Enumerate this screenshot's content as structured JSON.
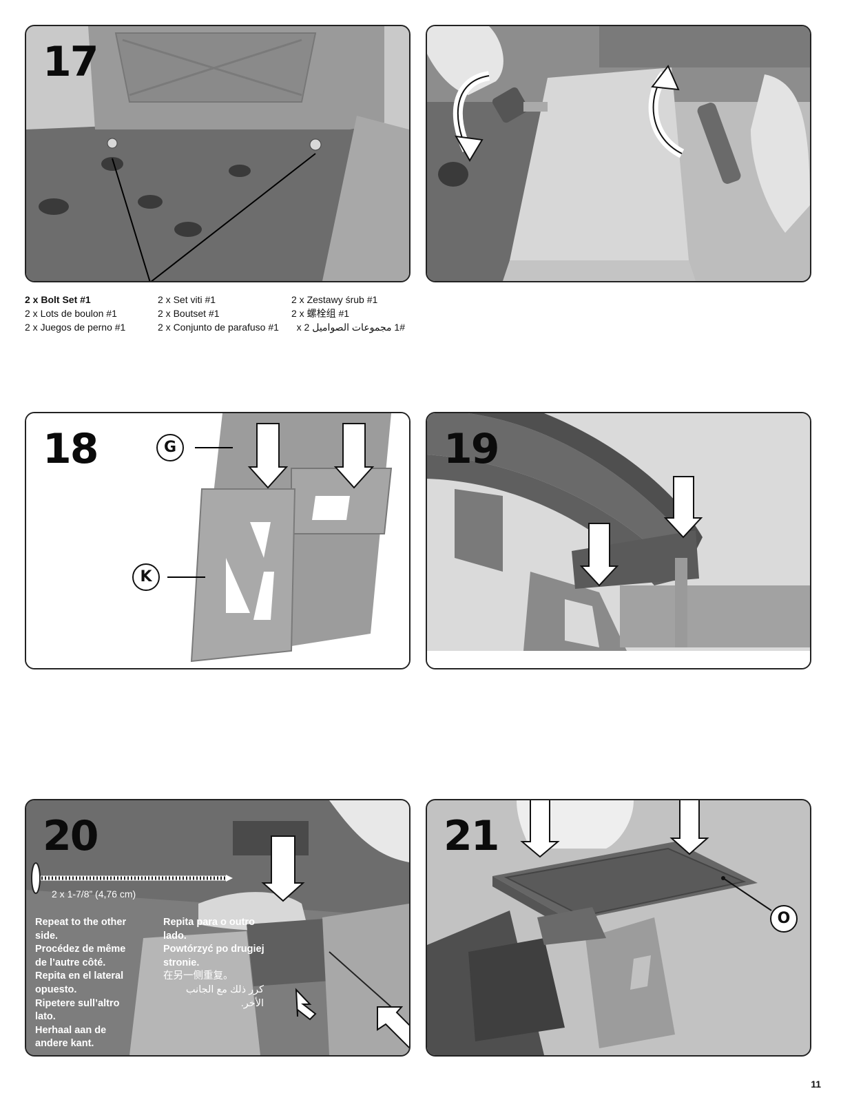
{
  "page_number": "11",
  "steps": {
    "s17": {
      "number": "17",
      "captions": [
        [
          "2 x Bolt Set #1",
          "2 x Lots de boulon #1",
          "2 x Juegos de perno #1"
        ],
        [
          "2 x Set viti #1",
          "2 x Boutset #1",
          "2 x Conjunto de parafuso #1"
        ],
        [
          "2 x Zestawy śrub #1",
          "2 x 螺栓组 #1",
          "1# مجموعات الصواميل x 2"
        ]
      ]
    },
    "s18": {
      "number": "18",
      "callouts": [
        "G",
        "K"
      ]
    },
    "s19": {
      "number": "19"
    },
    "s20": {
      "number": "20",
      "screw_label": "2 x 1-7/8” (4,76 cm)",
      "repeat_left": [
        "Repeat to the other",
        "side.",
        "Procédez de même",
        "de l’autre côté.",
        "Repita en el lateral",
        "opuesto.",
        "Ripetere sull’altro",
        "lato.",
        "Herhaal aan de",
        "andere kant."
      ],
      "repeat_right": [
        "Repita para o outro",
        "lado.",
        "Powtórzyć po drugiej",
        "stronie.",
        "在另一侧重复。",
        "كرر ذلك مع الجانب",
        "الأخر."
      ]
    },
    "s21": {
      "number": "21",
      "callouts": [
        "O"
      ]
    }
  },
  "colors": {
    "background": "#ffffff",
    "panel_border": "#222222",
    "plastic_dark": "#6e6e6e",
    "plastic_light": "#b8b8b8",
    "text": "#111111"
  }
}
